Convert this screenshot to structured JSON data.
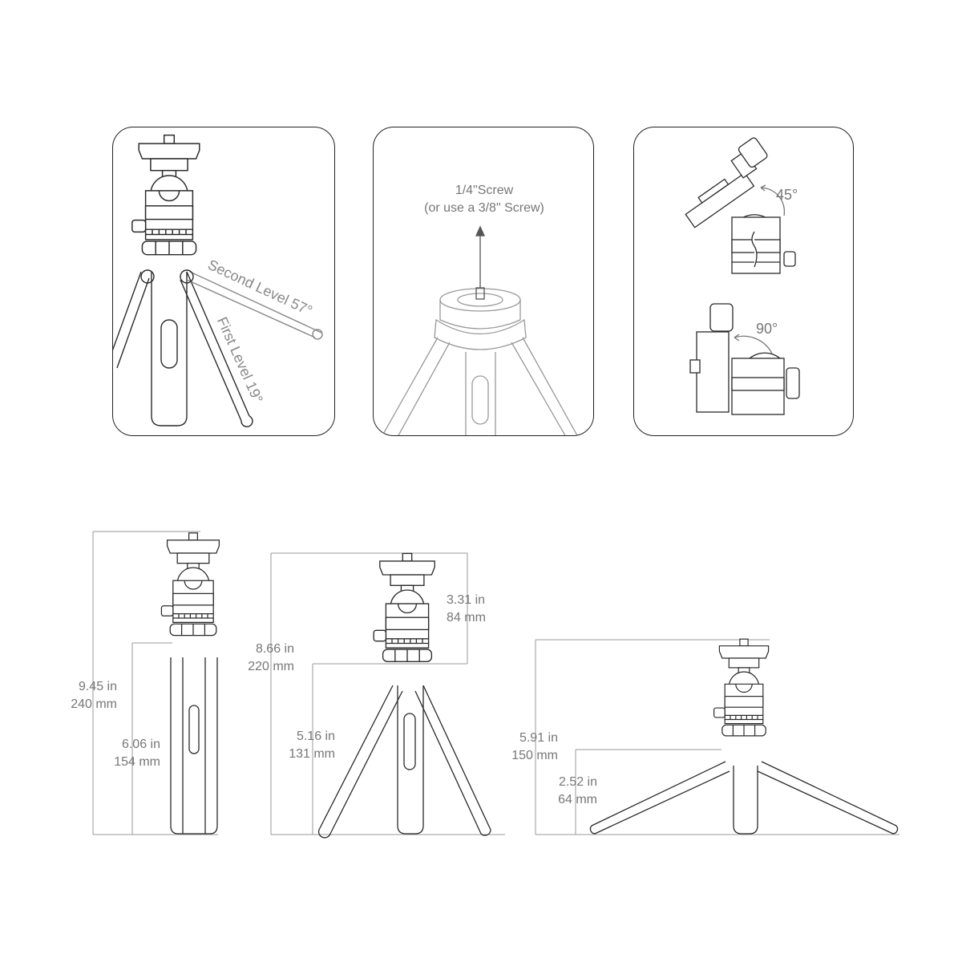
{
  "panels": {
    "leg_angles": {
      "second_level": "Second Level 57°",
      "first_level": "First Level 19°"
    },
    "screw": {
      "line1": "1/4\"Screw",
      "line2": "(or use a 3/8\" Screw)"
    },
    "head_tilt": {
      "angle_1": "45°",
      "angle_2": "90°"
    }
  },
  "dimensions": {
    "tripod_1": {
      "total_in": "9.45 in",
      "total_mm": "240 mm",
      "base_in": "6.06 in",
      "base_mm": "154 mm"
    },
    "tripod_2": {
      "total_in": "8.66 in",
      "total_mm": "220 mm",
      "head_in": "3.31 in",
      "head_mm": "84 mm",
      "base_in": "5.16 in",
      "base_mm": "131 mm"
    },
    "tripod_3": {
      "total_in": "5.91 in",
      "total_mm": "150 mm",
      "base_in": "2.52 in",
      "base_mm": "64 mm"
    }
  },
  "colors": {
    "line": "#2a2a2a",
    "label": "#777777",
    "dimension": "#999999"
  }
}
